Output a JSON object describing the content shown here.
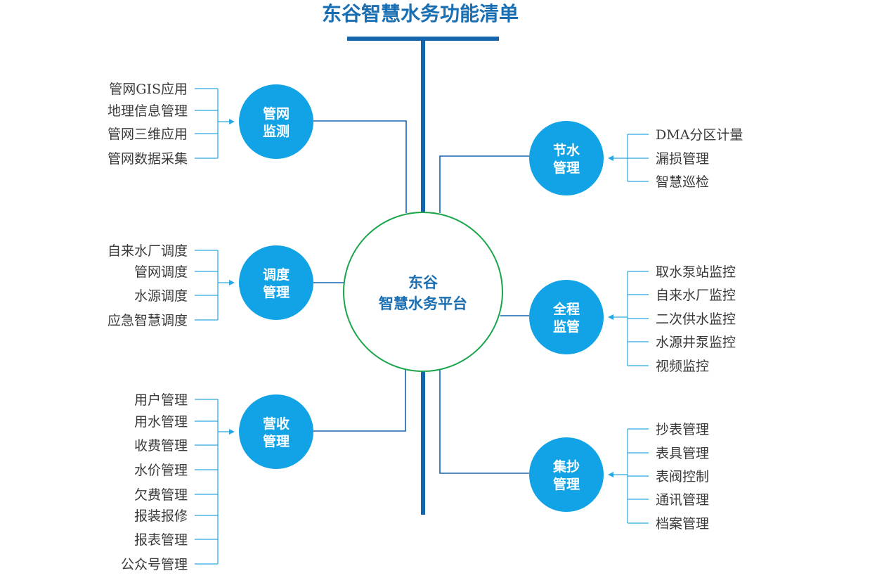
{
  "title": "东谷智慧水务功能清单",
  "colors": {
    "title": "#1a6fb3",
    "trunk": "#1565ad",
    "connector": "#1565ad",
    "bracket": "#2ba6e1",
    "node_fill": "#12a3e6",
    "center_ring": "#1aa54a",
    "center_text": "#1a6fb3",
    "item_text": "#3a3a3a"
  },
  "center": {
    "line1": "东谷",
    "line2": "智慧水务平台"
  },
  "modules": [
    {
      "id": "pipe-monitor",
      "side": "left",
      "line1": "管网",
      "line2": "监测",
      "items": [
        "管网GIS应用",
        "地理信息管理",
        "管网三维应用",
        "管网数据采集"
      ]
    },
    {
      "id": "dispatch",
      "side": "left",
      "line1": "调度",
      "line2": "管理",
      "items": [
        "自来水厂调度",
        "管网调度",
        "水源调度",
        "应急智慧调度"
      ]
    },
    {
      "id": "revenue",
      "side": "left",
      "line1": "营收",
      "line2": "管理",
      "items": [
        "用户管理",
        "用水管理",
        "收费管理",
        "水价管理",
        "欠费管理",
        "报装报修",
        "报表管理",
        "公众号管理"
      ]
    },
    {
      "id": "water-saving",
      "side": "right",
      "line1": "节水",
      "line2": "管理",
      "items": [
        "DMA分区计量",
        "漏损管理",
        "智慧巡检"
      ]
    },
    {
      "id": "full-monitor",
      "side": "right",
      "line1": "全程",
      "line2": "监管",
      "items": [
        "取水泵站监控",
        "自来水厂监控",
        "二次供水监控",
        "水源井泵监控",
        "视频监控"
      ]
    },
    {
      "id": "meter-reading",
      "side": "right",
      "line1": "集抄",
      "line2": "管理",
      "items": [
        "抄表管理",
        "表具管理",
        "表阀控制",
        "通讯管理",
        "档案管理"
      ]
    }
  ]
}
